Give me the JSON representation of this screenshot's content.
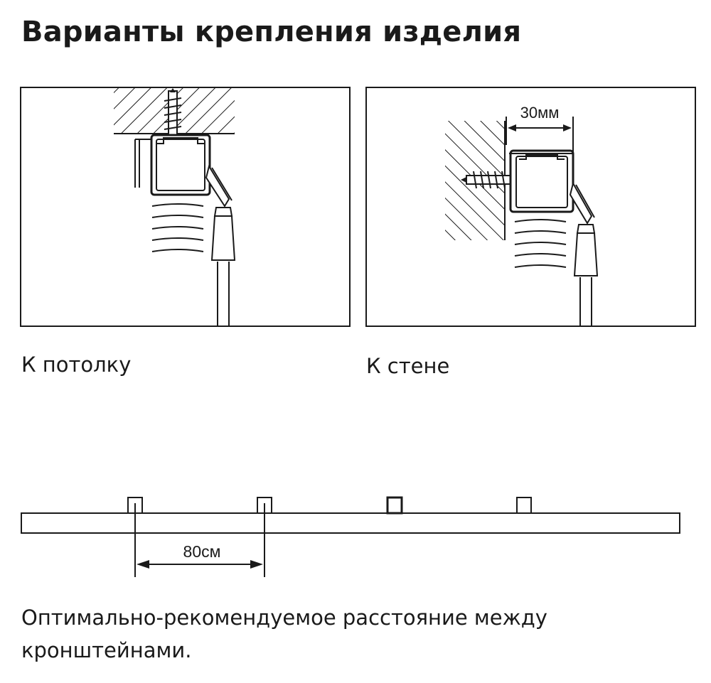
{
  "title": "Варианты крепления изделия",
  "captions": {
    "ceiling": "К потолку",
    "wall": "К стене"
  },
  "dimensions": {
    "wall_offset": "30мм",
    "bracket_spacing": "80см"
  },
  "note": "Оптимально-рекомендуемое расстояние между кронштейнами.",
  "colors": {
    "ink": "#1a1a1a",
    "background": "#ffffff"
  }
}
